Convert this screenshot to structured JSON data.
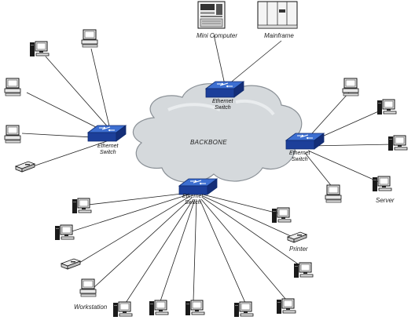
{
  "diagram": {
    "cloud_label": "BACKBONE",
    "switch_label_line1": "Ethernet",
    "switch_label_line2": "Switch",
    "labels": {
      "mini_computer": "Mini Computer",
      "mainframe": "Mainframe",
      "server": "Server",
      "printer": "Printer",
      "workstation": "Workstation"
    },
    "colors": {
      "cloud_fill": "#d5d9dc",
      "cloud_stroke": "#8a9096",
      "switch_top": "#3d6fd1",
      "switch_front": "#1c3f9a",
      "switch_side": "#142e78",
      "link_line": "#222222"
    }
  }
}
